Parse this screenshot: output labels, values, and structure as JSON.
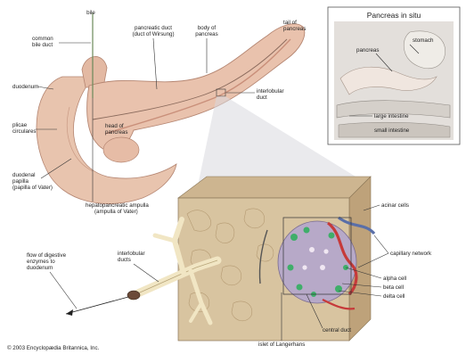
{
  "inset": {
    "title": "Pancreas in situ",
    "labels": {
      "pancreas": "pancreas",
      "stomach": "stomach",
      "large_intestine": "large intestine",
      "small_intestine": "small intestine"
    }
  },
  "main_labels": {
    "bile": "bile",
    "common_bile_duct": [
      "common",
      "bile duct"
    ],
    "pancreatic_duct": [
      "pancreatic duct",
      "(duct of Wirsung)"
    ],
    "body_of_pancreas": [
      "body of",
      "pancreas"
    ],
    "tail_of_pancreas": [
      "tail of",
      "pancreas"
    ],
    "duodenum": "duodenum",
    "interlobular_duct_top": [
      "interlobular",
      "duct"
    ],
    "plicae_circulares": [
      "plicae",
      "circulares"
    ],
    "head_of_pancreas": [
      "head of",
      "pancreas"
    ],
    "duodenal_papilla": [
      "duodenal",
      "papilla",
      "(papilla of Vater)"
    ],
    "hepatopancreatic_ampulla": [
      "hepatopancreatic ampulla",
      "(ampulla of Vater)"
    ]
  },
  "detail_labels": {
    "acinar_cells": "acinar cells",
    "capillary_network": "capillary network",
    "flow_of_digestive": [
      "flow of digestive",
      "enzymes to",
      "duodenum"
    ],
    "interlobular_ducts": [
      "interlobular",
      "ducts"
    ],
    "alpha_cell": "alpha cell",
    "beta_cell": "beta cell",
    "delta_cell": "delta cell",
    "central_duct": "central duct",
    "islet_of_langerhans": "islet of Langerhans"
  },
  "copyright": "© 2003 Encyclopædia Britannica, Inc.",
  "colors": {
    "pancreas": "#e9c2ad",
    "pancreas_shadow": "#c98f7a",
    "tissue": "#d8c4a0",
    "islet": "#b7a9c8",
    "duct": "#f1e6c4",
    "alpha": "#3fae6a",
    "vessel_red": "#c63a3a",
    "vessel_blue": "#5a6fa8",
    "inset_bg": "#e3dfdb"
  }
}
